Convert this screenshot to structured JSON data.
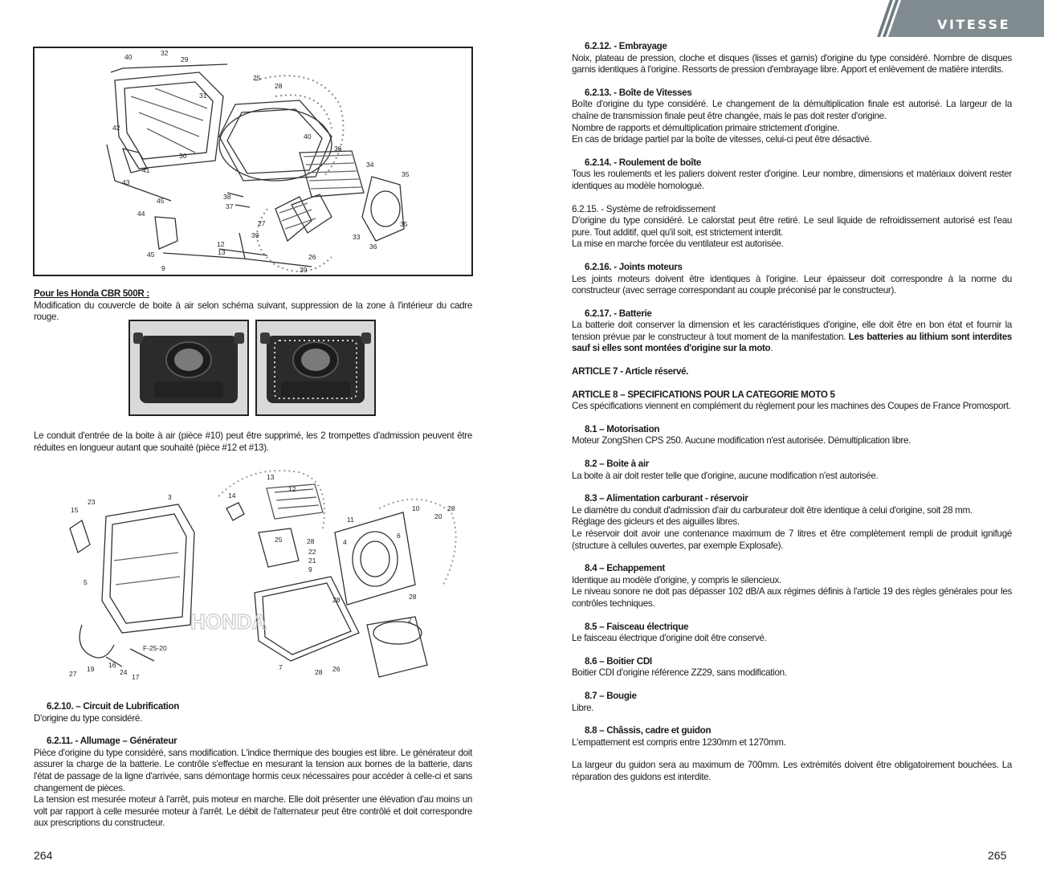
{
  "header": {
    "banner": "VITESSE"
  },
  "left": {
    "honda_title": "Pour les Honda CBR 500R :",
    "honda_text": "Modification du couvercle de boite à air selon schéma suivant, suppression de la zone à l'intérieur du cadre rouge.",
    "conduit_text": "Le conduit d'entrée de la boite à air (pièce #10) peut être supprimé, les 2 trompettes d'admission peuvent être réduites en longueur autant que souhaité (pièce #12 et #13).",
    "s6210_title": "6.2.10. – Circuit de Lubrification",
    "s6210_text": "D'origine du type considéré.",
    "s6211_title": "6.2.11. - Allumage – Générateur",
    "s6211_p1": "Pièce d'origine du type considéré, sans modification. L'indice thermique des bougies est libre. Le générateur doit assurer la charge de la batterie. Le contrôle s'effectue en mesurant la tension aux bornes de la batterie, dans l'état de passage de la ligne d'arrivée, sans démontage hormis ceux nécessaires pour accéder à celle-ci et sans changement de pièces.",
    "s6211_p2": "La tension est mesurée moteur à l'arrêt, puis moteur en marche. Elle doit présenter une élévation d'au moins un volt par rapport à celle mesurée moteur à l'arrêt. Le débit de l'alternateur peut être contrôlé et doit correspondre aux prescriptions du constructeur.",
    "page_number": "264",
    "diagram1_labels": [
      "40",
      "32",
      "29",
      "31",
      "25",
      "28",
      "42",
      "30",
      "40",
      "41",
      "43",
      "36",
      "34",
      "35",
      "38",
      "37",
      "45",
      "44",
      "27",
      "39",
      "33",
      "35",
      "36",
      "45",
      "12",
      "13",
      "26",
      "9",
      "39"
    ],
    "diagram2_labels": [
      "13",
      "12",
      "14",
      "15",
      "23",
      "3",
      "10",
      "28",
      "20",
      "11",
      "4",
      "25",
      "28",
      "22",
      "21",
      "9",
      "6",
      "5",
      "28",
      "28",
      "2",
      "F-25-20",
      "27",
      "19",
      "16",
      "24",
      "17",
      "7",
      "28",
      "26",
      "HONDA"
    ]
  },
  "right": {
    "s6212_title": "6.2.12. - Embrayage",
    "s6212_text": "Noix, plateau de pression, cloche et disques (lisses et garnis) d'origine du type considéré. Nombre de disques garnis identiques à l'origine. Ressorts de pression d'embrayage libre. Apport et enlèvement de matière interdits.",
    "s6213_title": "6.2.13. - Boîte de Vitesses",
    "s6213_l1": "Boîte d'origine du type considéré. Le changement de la démultiplication finale est autorisé. La largeur de la chaîne de transmission finale peut être changée, mais le pas doit rester d'origine.",
    "s6213_l2": "Nombre de rapports et démultiplication primaire strictement d'origine.",
    "s6213_l3": "En cas de bridage partiel par la boîte de vitesses, celui-ci peut être désactivé.",
    "s6214_title": "6.2.14. - Roulement de boîte",
    "s6214_text": "Tous les roulements et les paliers doivent rester d'origine. Leur nombre, dimensions et matériaux doivent rester identiques au modèle homologué.",
    "s6215_title": "6.2.15. - Système de refroidissement",
    "s6215_l1": "D'origine du type considéré. Le calorstat peut être retiré. Le seul liquide de refroidissement autorisé est l'eau pure. Tout additif, quel qu'il soit, est strictement interdit.",
    "s6215_l2": "La mise en marche forcée du ventilateur est autorisée.",
    "s6216_title": "6.2.16. - Joints moteurs",
    "s6216_text": "Les joints moteurs doivent être identiques à l'origine. Leur épaisseur doit correspondre à la norme du constructeur (avec serrage correspondant au couple préconisé par le constructeur).",
    "s6217_title": "6.2.17. - Batterie",
    "s6217_text": "La batterie doit conserver la dimension et les caractéristiques d'origine, elle doit être en bon état et fournir la tension prévue par le constructeur à tout moment de la manifestation.",
    "s6217_bold": "Les batteries au lithium sont interdites sauf si elles sont montées d'origine sur la moto",
    "s6217_end": ".",
    "art7": "ARTICLE 7 - Article réservé.",
    "art8_title": "ARTICLE 8 – SPECIFICATIONS POUR LA CATEGORIE MOTO 5",
    "art8_text": "Ces spécifications viennent en complément du règlement pour les machines des Coupes de France Promosport.",
    "s81_title": "8.1 – Motorisation",
    "s81_text": "Moteur ZongShen CPS 250. Aucune modification n'est autorisée. Démultiplication libre.",
    "s82_title": "8.2 – Boite à air",
    "s82_text": "La boite à air doit rester telle que d'origine, aucune modification n'est autorisée.",
    "s83_title": "8.3 – Alimentation carburant - réservoir",
    "s83_l1": "Le diamètre du conduit d'admission d'air du carburateur doit être identique à celui d'origine, soit 28 mm.",
    "s83_l2": "Réglage des gicleurs et des aiguilles libres.",
    "s83_l3": "Le réservoir doit avoir une contenance maximum de 7 litres et être complètement rempli de produit ignifugé (structure à cellules ouvertes, par exemple Explosafe).",
    "s84_title": "8.4 – Echappement",
    "s84_l1": "Identique au modèle d'origine, y compris le silencieux.",
    "s84_l2": "Le niveau sonore ne doit pas dépasser 102 dB/A aux régimes définis à l'article 19 des règles générales pour les contrôles techniques.",
    "s85_title": "8.5 – Faisceau électrique",
    "s85_text": "Le faisceau électrique d'origine doit être conservé.",
    "s86_title": "8.6 – Boitier CDI",
    "s86_text": "Boitier CDI d'origine référence ZZ29, sans modification.",
    "s87_title": "8.7 – Bougie",
    "s87_text": "Libre.",
    "s88_title": "8.8 – Châssis, cadre et guidon",
    "s88_l1": "L'empattement est compris entre 1230mm et 1270mm.",
    "s88_l2": "La largeur du guidon sera au maximum de 700mm. Les extrémités doivent être obligatoirement bouchées. La réparation des guidons est interdite.",
    "page_number": "265"
  }
}
